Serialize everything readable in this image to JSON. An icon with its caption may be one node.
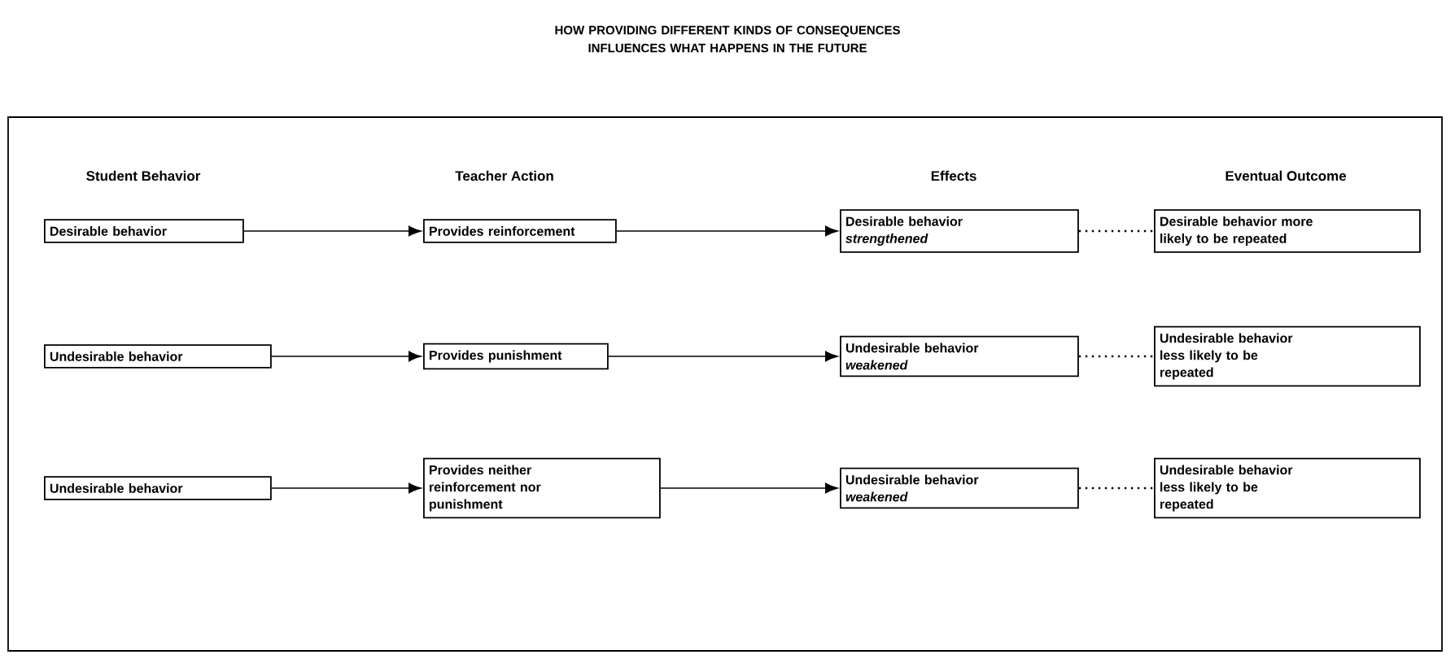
{
  "diagram": {
    "title": "HOW PROVIDING DIFFERENT KINDS OF CONSEQUENCES INFLUENCES WHAT HAPPENS IN THE FUTURE",
    "nodes": [
      {
        "text": [
          "Desirable behavior"
        ]
      },
      {
        "text": [
          "Provides reinforcement"
        ]
      },
      {
        "text": [
          "Desirable behavior *strengthened*"
        ]
      },
      {
        "text": [
          "Desirable behavior more likely to be repeated"
        ]
      },
      {
        "text": [
          "Undesirable behavior"
        ]
      },
      {
        "text": [
          "Provides punishment"
        ]
      },
      {
        "text": [
          "Undesirable behavior *weakened*"
        ]
      },
      {
        "text": [
          "Undesirable behavior less likely to be repeated"
        ]
      },
      {
        "text": [
          "Undesirable behavior"
        ]
      },
      {
        "text": [
          "Provides neither reinforcement nor punishment"
        ]
      },
      {
        "text": [
          "Undesirable behavior *weakened*"
        ]
      },
      {
        "text": [
          "Undesirable behavior less likely to be repeated"
        ]
      }
    ],
    "edges": [
      {
        "from": 0,
        "to": 1,
        "arrow": "to"
      },
      {
        "from": 1,
        "to": 2,
        "arrow": "to"
      },
      {
        "from": 2,
        "to": 3,
        "arrow": "none",
        "style": "dashed"
      },
      {
        "from": 4,
        "to": 5,
        "arrow": "to"
      },
      {
        "from": 5,
        "to": 6,
        "arrow": "to"
      },
      {
        "from": 6,
        "to": 7,
        "arrow": "none",
        "style": "dashed"
      },
      {
        "from": 8,
        "to": 9,
        "arrow": "to"
      },
      {
        "from": 9,
        "to": 10,
        "arrow": "to"
      },
      {
        "from": 10,
        "to": 11,
        "arrow": "none",
        "style": "dashed"
      }
    ],
    "labels": [
      "Student Behavior",
      "Teacher Action",
      "Effects",
      "Eventual Outcome"
    ]
  }
}
